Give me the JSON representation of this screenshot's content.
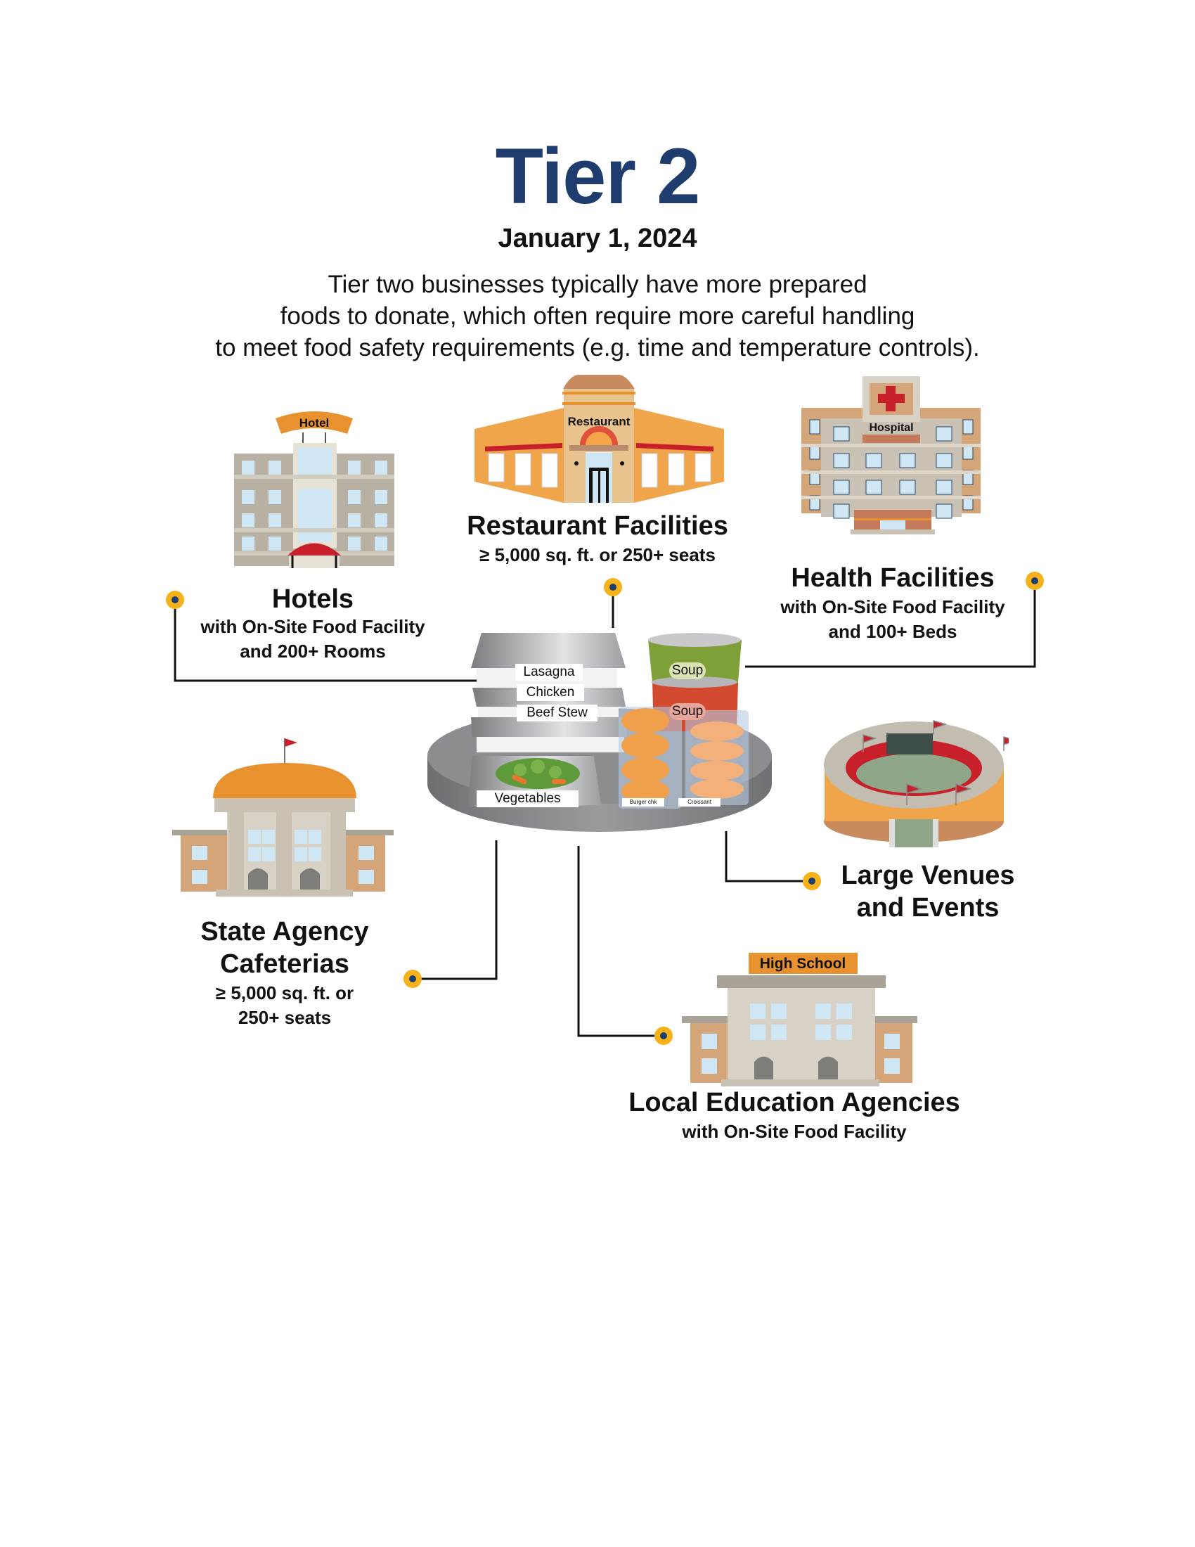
{
  "header": {
    "title": "Tier 2",
    "date": "January 1, 2024",
    "description": [
      "Tier two businesses typically have more prepared",
      "foods to donate, which often require more careful handling",
      "to meet food safety requirements (e.g. time and temperature controls)."
    ]
  },
  "colors": {
    "title": "#1f3c6e",
    "dot_outer": "#f5b21b",
    "dot_inner": "#1f3c6e",
    "connector": "#111111"
  },
  "categories": {
    "hotels": {
      "icon_sign": "Hotel",
      "title": "Hotels",
      "sub": [
        "with On-Site Food Facility",
        "and 200+ Rooms"
      ]
    },
    "restaurants": {
      "icon_sign": "Restaurant",
      "title": "Restaurant Facilities",
      "sub": [
        "≥ 5,000 sq. ft. or 250+ seats"
      ]
    },
    "health": {
      "icon_sign": "Hospital",
      "title": "Health Facilities",
      "sub": [
        "with On-Site Food Facility",
        "and 100+ Beds"
      ]
    },
    "venues": {
      "title": [
        "Large Venues",
        "and Events"
      ]
    },
    "state_agency": {
      "title": [
        "State Agency",
        "Cafeterias"
      ],
      "sub": [
        "≥ 5,000 sq. ft. or",
        "250+ seats"
      ]
    },
    "education": {
      "icon_sign": "High School",
      "title": "Local Education Agencies",
      "sub": [
        "with On-Site Food Facility"
      ]
    }
  },
  "food": {
    "containers": [
      "Lasagna",
      "Chicken",
      "Beef Stew",
      "Vegetables"
    ],
    "cans": [
      "Soup",
      "Soup"
    ],
    "packages": [
      "Burger chk",
      "Croissant"
    ]
  }
}
